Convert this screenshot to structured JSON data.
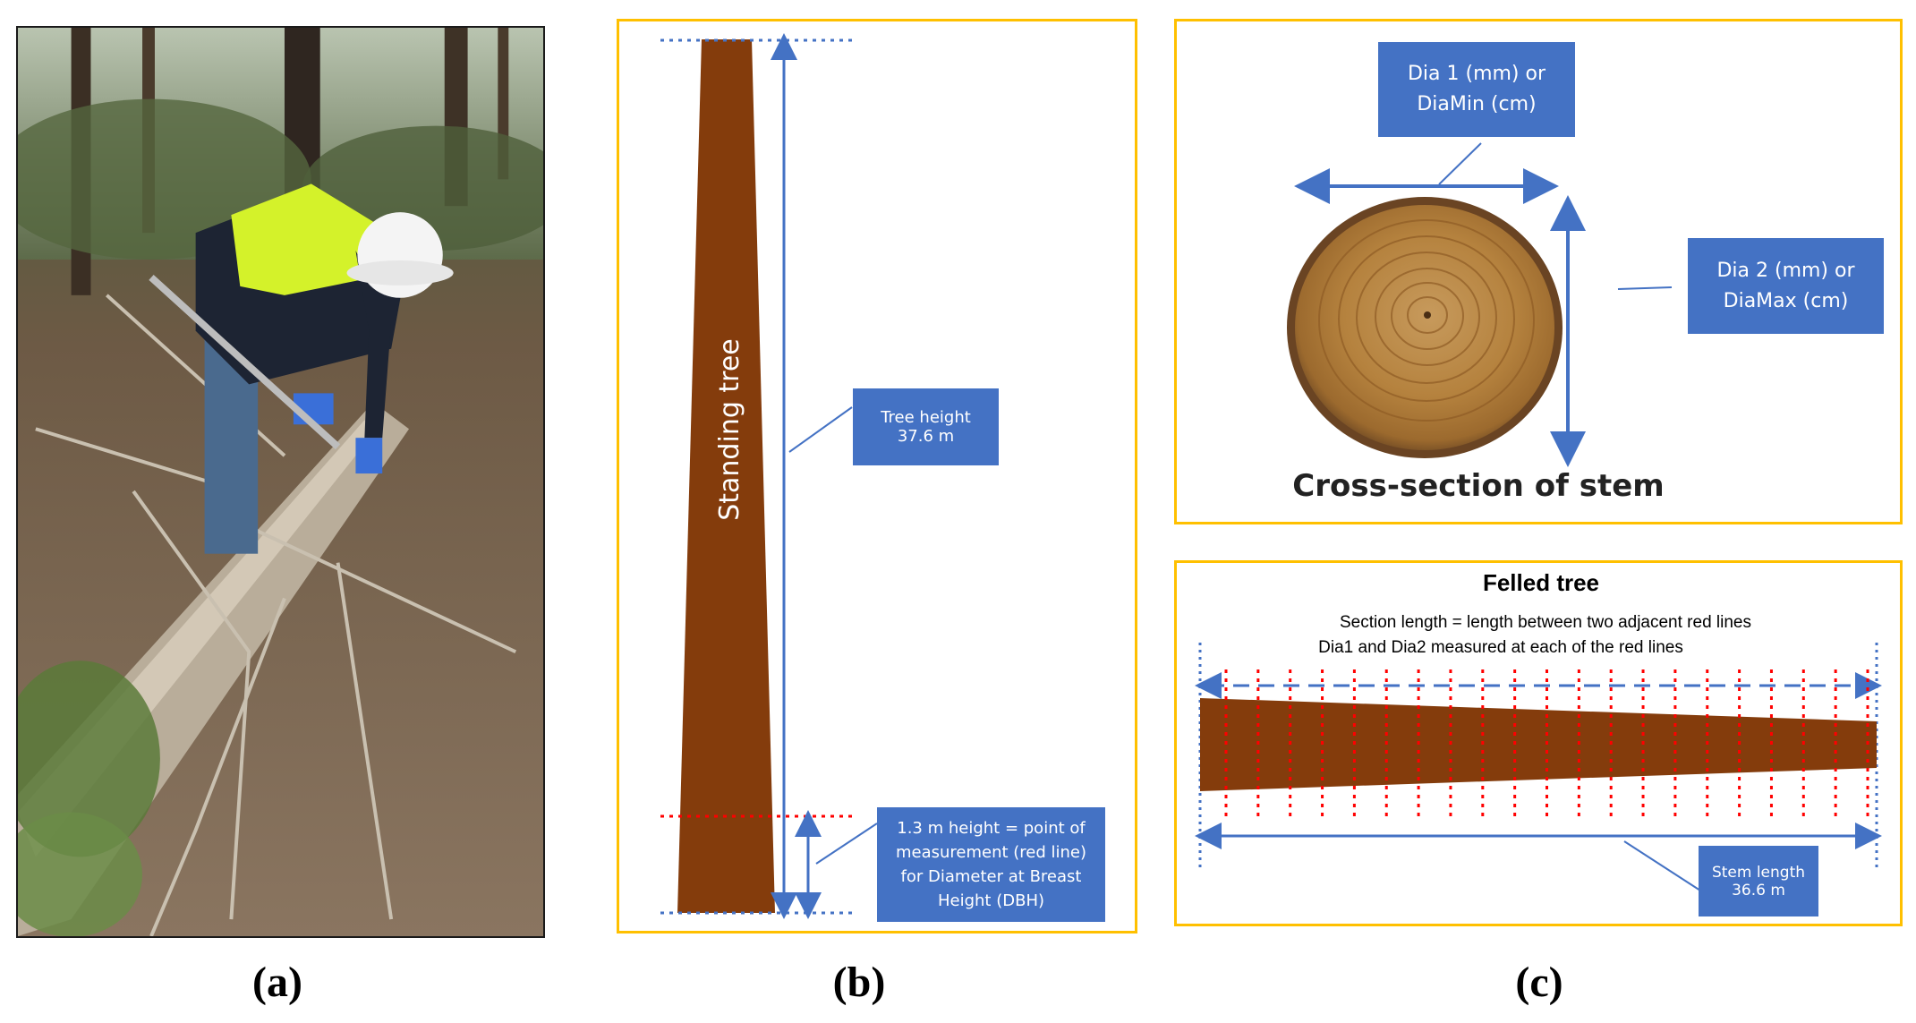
{
  "panels": {
    "a": {
      "label": "(a)"
    },
    "b": {
      "label": "(b)",
      "standing_tree": "Standing tree",
      "tree_height_line1": "Tree height",
      "tree_height_line2": "37.6 m",
      "dbh_note": "1.3 m height = point of\nmeasurement (red line)\nfor Diameter at Breast\nHeight (DBH)"
    },
    "c": {
      "label": "(c)",
      "dia1": "Dia 1 (mm) or\nDiaMin (cm)",
      "dia2": "Dia 2 (mm) or\nDiaMax (cm)",
      "cross_section_title": "Cross-section of stem",
      "felled_title": "Felled tree",
      "section_note_1": "Section length = length between two adjacent red lines",
      "section_note_2": "Dia1 and Dia2 measured at each of the red lines",
      "stem_length_line1": "Stem length",
      "stem_length_line2": "36.6 m"
    }
  },
  "colors": {
    "frame": "#ffc000",
    "label_box": "#4472c4",
    "trunk": "#843c0c",
    "red_line": "#ff0000",
    "blue_line": "#4472c4"
  }
}
